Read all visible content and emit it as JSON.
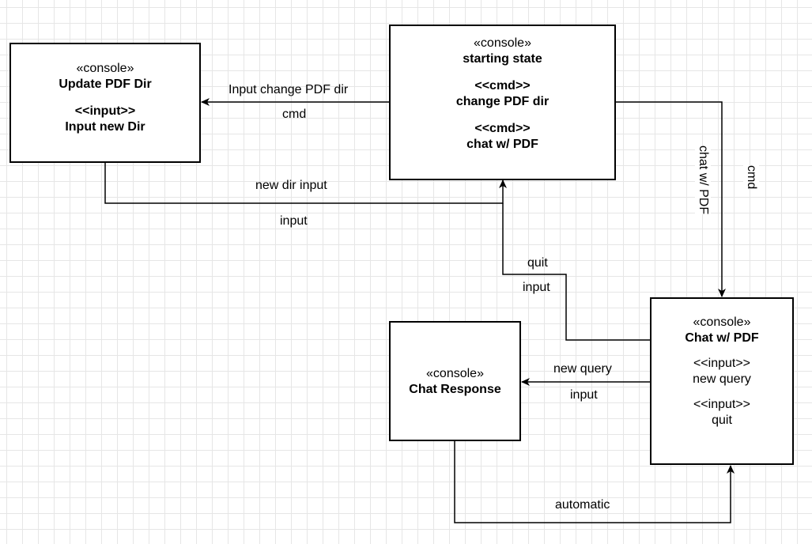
{
  "nodes": {
    "update_dir": {
      "stereotype": "«console»",
      "name": "Update PDF Dir",
      "rows": [
        {
          "stereotype": "<<input>>",
          "label": "Input new Dir"
        }
      ]
    },
    "starting": {
      "stereotype": "«console»",
      "name": "starting state",
      "rows": [
        {
          "stereotype": "<<cmd>>",
          "label": "change PDF dir"
        },
        {
          "stereotype": "<<cmd>>",
          "label": "chat w/ PDF"
        }
      ]
    },
    "chat": {
      "stereotype": "«console»",
      "name": "Chat w/ PDF",
      "rows": [
        {
          "stereotype": "<<input>>",
          "label": "new query"
        },
        {
          "stereotype": "<<input>>",
          "label": "quit"
        }
      ]
    },
    "response": {
      "stereotype": "«console»",
      "name": "Chat Response"
    }
  },
  "edges": {
    "change_dir": {
      "label": "Input change PDF dir",
      "type": "cmd"
    },
    "new_dir": {
      "label": "new dir input",
      "type": "input"
    },
    "chat_cmd": {
      "label": "chat w/ PDF",
      "type": "cmd"
    },
    "quit": {
      "label": "quit",
      "type": "input"
    },
    "query": {
      "label": "new query",
      "type": "input"
    },
    "auto": {
      "label": "automatic"
    }
  }
}
